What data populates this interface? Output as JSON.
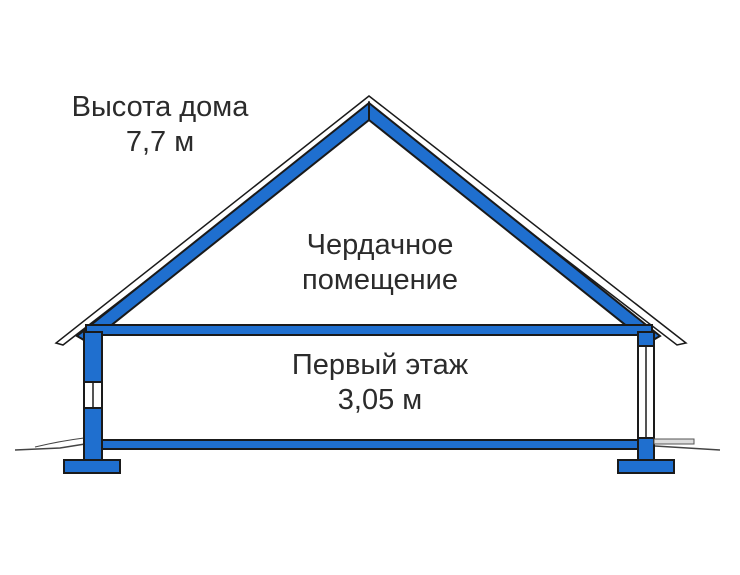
{
  "house_height": {
    "title": "Высота дома",
    "value": "7,7 м"
  },
  "attic": {
    "line1": "Чердачное",
    "line2": "помещение"
  },
  "first_floor": {
    "title": "Первый этаж",
    "value": "3,05 м"
  },
  "colors": {
    "structure_fill": "#1f6fcf",
    "outline": "#1a1a1a",
    "ground": "#444444",
    "text": "#2b2b2b"
  }
}
